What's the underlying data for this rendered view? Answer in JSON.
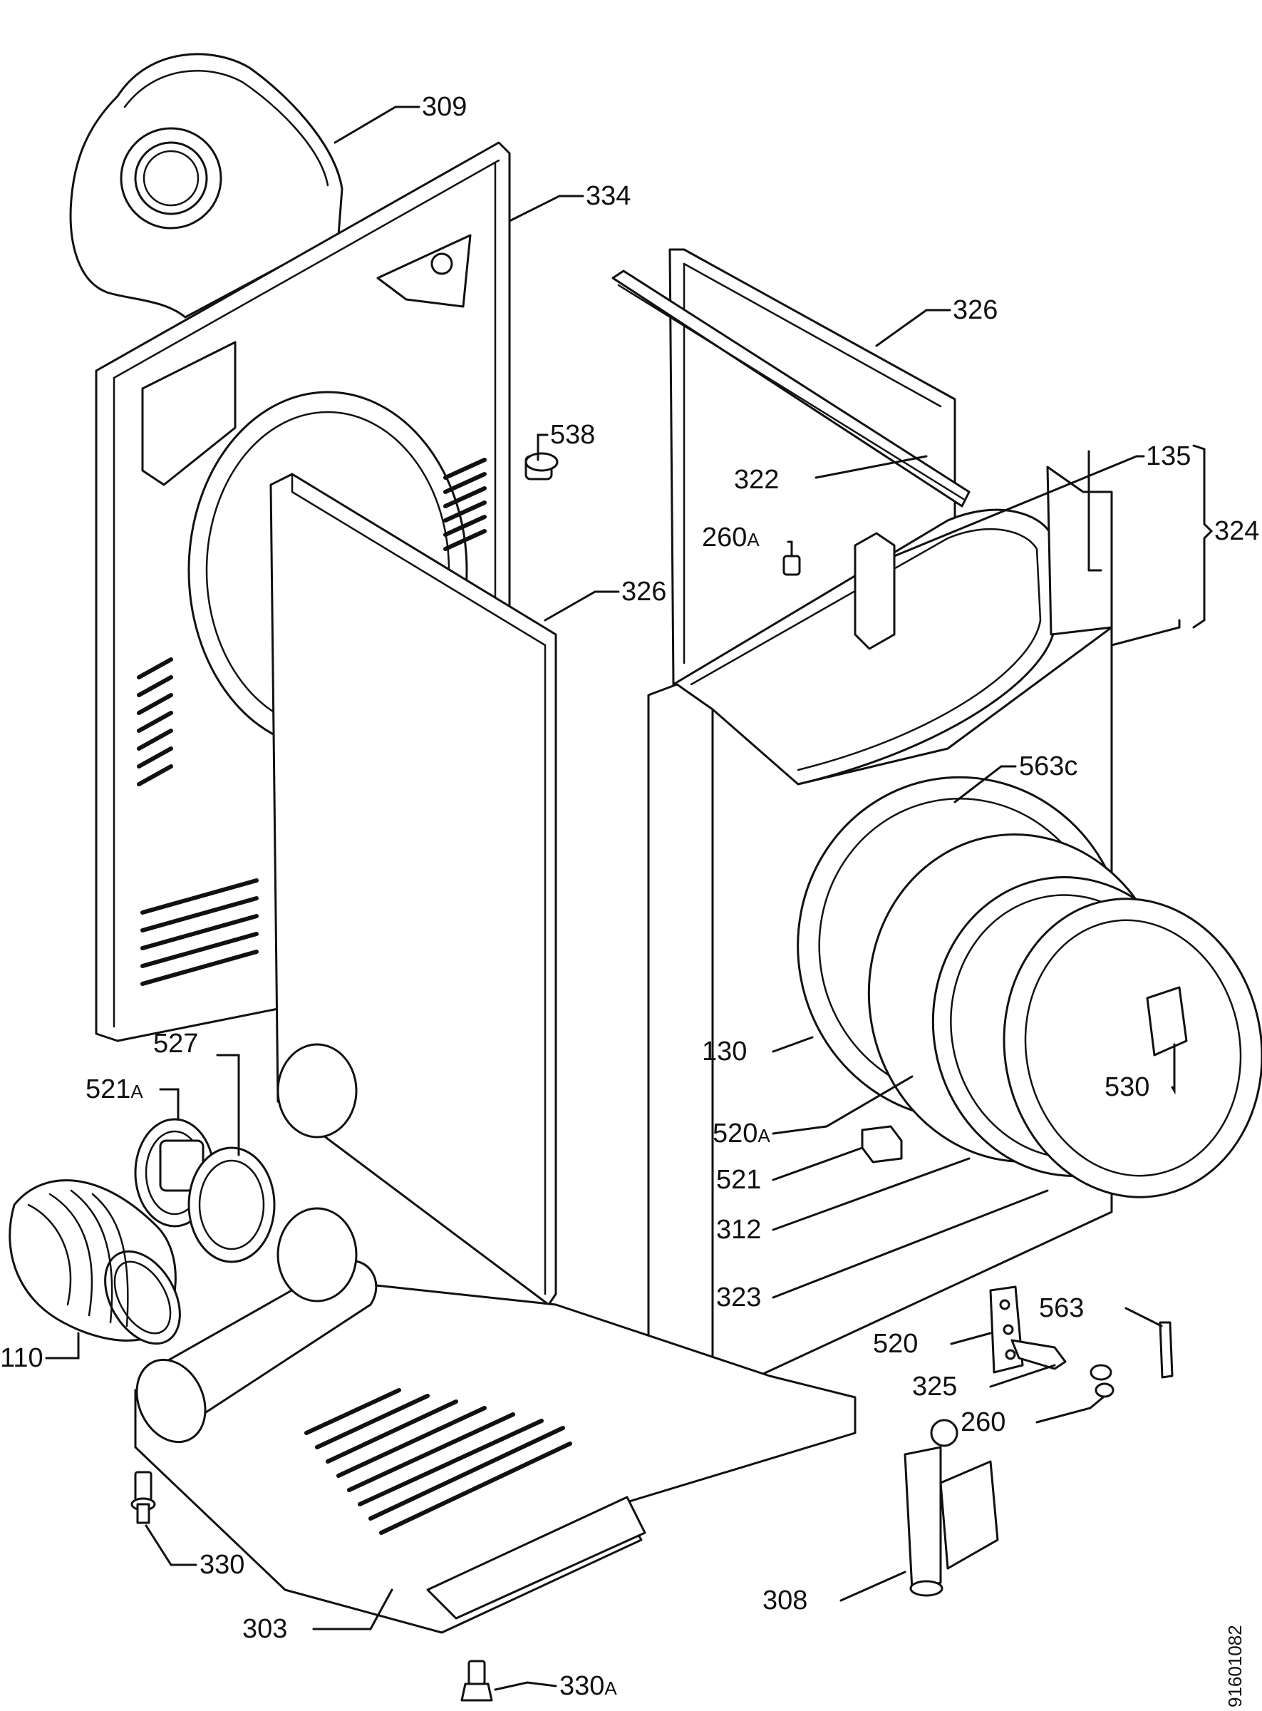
{
  "document_id": "91601082",
  "labels": {
    "l309": "309",
    "l334": "334",
    "l326_top": "326",
    "l538": "538",
    "l322": "322",
    "l135": "135",
    "l324": "324",
    "l260a_num": "260",
    "l260a_suf": "A",
    "l326_mid": "326",
    "l563c": "563c",
    "l527": "527",
    "l521a_num": "521",
    "l521a_suf": "A",
    "l130": "130",
    "l530": "530",
    "l520a_num": "520",
    "l520a_suf": "A",
    "l521": "521",
    "l312": "312",
    "l323": "323",
    "l110": "110",
    "l563": "563",
    "l520": "520",
    "l325": "325",
    "l260": "260",
    "l330": "330",
    "l308": "308",
    "l303": "303",
    "l330a_num": "330",
    "l330a_suf": "A"
  }
}
